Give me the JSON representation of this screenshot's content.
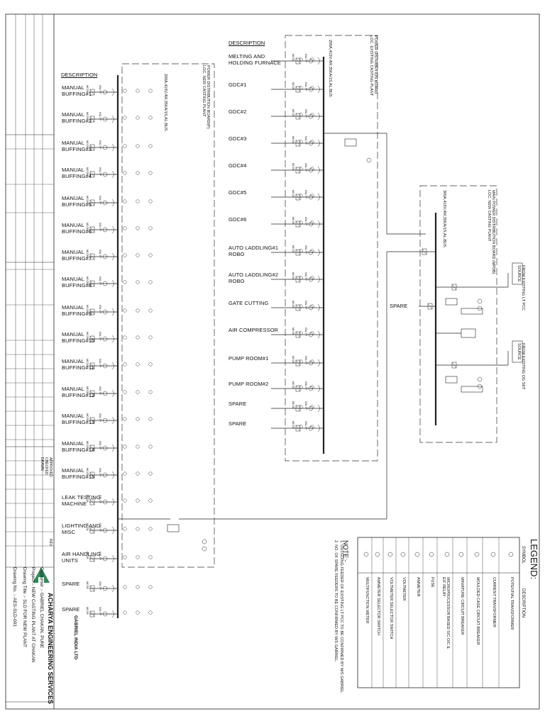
{
  "left_panel": {
    "header": "DESCRIPTION",
    "feeders": [
      "MANUAL\nBUFFING#1",
      "MANUAL\nBUFFING#2",
      "MANUAL\nBUFFING#3",
      "MANUAL\nBUFFING#4",
      "MANUAL\nBUFFING#5",
      "MANUAL\nBUFFING#6",
      "MANUAL\nBUFFING#7",
      "MANUAL\nBUFFING#8",
      "MANUAL\nBUFFING#9",
      "MANUAL\nBUFFING#10",
      "MANUAL\nBUFFING#11",
      "MANUAL\nBUFFING#12",
      "MANUAL\nBUFFING#13",
      "MANUAL\nBUFFING#14",
      "MANUAL\nBUFFING#15",
      "LEAK TESTING\nMACHINE",
      "LIGHTING AND\nMISC",
      "AIR HANDLING\nUNITS",
      "SPARE",
      "SPARE"
    ],
    "board_title": "POWER DISTRIBUTION BOARD(P)\nLOC. NEW CASTING PLANT",
    "bus_rating": "200A,415V,4W,35KA/1S,AL.BUS."
  },
  "center_panel": {
    "header": "DESCRIPTION",
    "feeders": [
      "MELTING AND\nHOLDING FURNACE",
      "GDC#1",
      "GDC#2",
      "GDC#3",
      "GDC#4",
      "GDC#5",
      "GDC#6",
      "AUTO LADDLING#1\nROBO",
      "AUTO LADDLING#2\nROBO",
      "GATE CUTTING",
      "AIR COMPRESSOR",
      "PUMP ROOM#1",
      "PUMP ROOM#2",
      "SPARE",
      "SPARE"
    ],
    "board_title": "POWER DISTRIBUTION BOARD\nLOC. EXISTING CASTING PLANT",
    "bus_rating": "200A,415V,4W,35KA/1S,AL.BUS."
  },
  "right_panel": {
    "board_title": "MAIN POWER DISTRIBUTION BOARD (MPDB)\nLOC. NEW CASTING PLANT",
    "bus_rating": "300A,415V,4W,35KA/1S,AL.BUS.",
    "spare_label": "SPARE",
    "incomer_1": "FROM EXISTING LT PCC\nSOURCE",
    "incomer_2": "FROM EXISTING DG SET\nSOURCE"
  },
  "device_labels": {
    "mccb": "MCCB",
    "ct_ratio": "CT",
    "rating": "63A,TP"
  },
  "legend": {
    "title": "LEGEND:",
    "col_symbol": "SYMBOL",
    "col_desc": "DESCRIPTION",
    "rows": [
      "POTENTIAL TRANSFORMER",
      "CURRENT TRANSFORMER",
      "MOULDED CASE CIRCUIT BREAKER",
      "MINIATURE CIRCUIT BREAKER",
      "MICROPROCESSOR BASED S/C O/C &\nE/F RELAY",
      "FUSE",
      "AMMETER",
      "VOLTMETER",
      "VOLTMETER SELECTOR SWITCH",
      "AMMETER SELECTOR SWITCH",
      "MULTIFUNCTION METER"
    ]
  },
  "notes": {
    "title": "NOTE:-",
    "lines": [
      "1. OUTGOING FEEDER OF EXISTING LT PCC TO BE CONFIRMED BY M/S GABRIEL.",
      "2. NO. OF SPARE FEEDERS TO BE CONFIRMED BY M/S GABRIEL."
    ]
  },
  "title_block": {
    "client": "GABRIEL INDIA LTD",
    "firm": "ACHARYA ENGINEERING SERVICES",
    "customer": "Customer :- GABRIEL CHAKAN, PUNE",
    "project": "Project :- NEW CASTING PLANT AT CHAKAN",
    "drawing_title": "Drawing Title :- SLD FOR NEW PLANT",
    "drawing_no": "Drawing No. :- AES-SLD-001",
    "revision_header": "REV",
    "approved": "APPROVED",
    "checked": "CHECKED",
    "drawn": "DRAWN"
  }
}
